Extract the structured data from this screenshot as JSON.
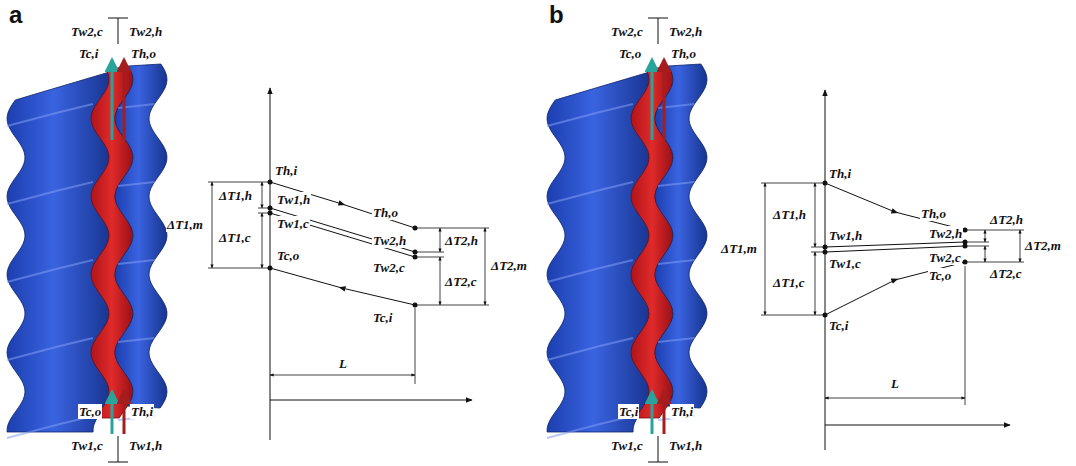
{
  "diagram": {
    "labels": [
      "a",
      "Tw2,c",
      "Tw2,h",
      "Tc,i",
      "Th,o",
      "Tc,o",
      "Th,i",
      "Tw1,c",
      "Tw1,h",
      "ΔT1,m",
      "ΔT1,h",
      "ΔT1,c",
      "Th,i",
      "Tw1,h",
      "Tw1,c",
      "Tc,o",
      "Th,o",
      "Tw2,h",
      "Tw2,c",
      "Tc,i",
      "ΔT2,h",
      "ΔT2,c",
      "ΔT2,m",
      "L",
      "b",
      "Tw2,c",
      "Tw2,h",
      "Tc,o",
      "Th,o",
      "Tc,i",
      "Th,i",
      "Tw1,c",
      "Tw1,h",
      "Th,i",
      "ΔT1,h",
      "ΔT1,m",
      "Tw1,h",
      "Tw1,c",
      "ΔT1,c",
      "Tc,i",
      "Th,o",
      "Tw2,h",
      "Tw2,c",
      "Tc,o",
      "ΔT2,h",
      "ΔT2,c",
      "ΔT2,m",
      "L"
    ]
  }
}
